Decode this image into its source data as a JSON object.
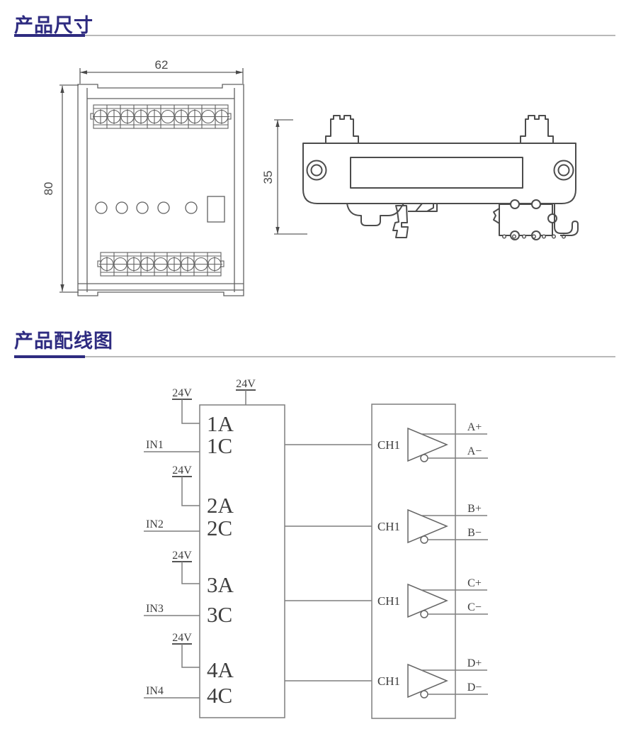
{
  "page": {
    "accent_color": "#2e2b80",
    "line_color": "#7e7e7e"
  },
  "sections": {
    "dimensions": {
      "title": "产品尺寸"
    },
    "wiring": {
      "title": "产品配线图"
    }
  },
  "front_view": {
    "width_label": "62",
    "height_label": "80"
  },
  "side_view": {
    "depth_label": "35"
  },
  "wiring": {
    "top_power_label": "24V",
    "rows": [
      {
        "power": "24V",
        "input": "IN1",
        "terminal_a": "1A",
        "terminal_c": "1C",
        "channel": "CH1",
        "out_plus": "A+",
        "out_minus": "A−"
      },
      {
        "power": "24V",
        "input": "IN2",
        "terminal_a": "2A",
        "terminal_c": "2C",
        "channel": "CH1",
        "out_plus": "B+",
        "out_minus": "B−"
      },
      {
        "power": "24V",
        "input": "IN3",
        "terminal_a": "3A",
        "terminal_c": "3C",
        "channel": "CH1",
        "out_plus": "C+",
        "out_minus": "C−"
      },
      {
        "power": "24V",
        "input": "IN4",
        "terminal_a": "4A",
        "terminal_c": "4C",
        "channel": "CH1",
        "out_plus": "D+",
        "out_minus": "D−"
      }
    ]
  }
}
